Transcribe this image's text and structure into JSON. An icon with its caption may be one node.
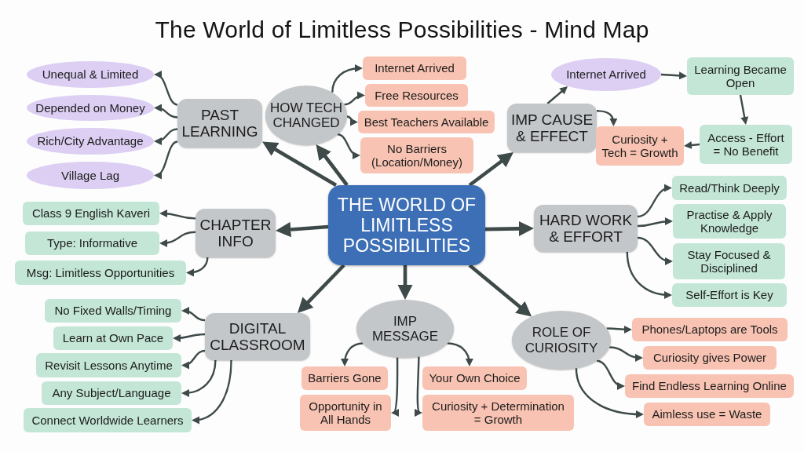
{
  "diagram": {
    "title": "The World of Limitless Possibilities - Mind Map",
    "nodes": [
      {
        "text": [
          "THE WORLD OF LIMITLESS POSSIBILITIES"
        ]
      },
      {
        "text": [
          "PAST LEARNING"
        ]
      },
      {
        "text": [
          "Unequal & Limited"
        ]
      },
      {
        "text": [
          "Depended on Money"
        ]
      },
      {
        "text": [
          "Rich/City Advantage"
        ]
      },
      {
        "text": [
          "Village Lag"
        ]
      },
      {
        "text": [
          "HOW TECH CHANGED"
        ]
      },
      {
        "text": [
          "Internet Arrived"
        ]
      },
      {
        "text": [
          "Free Resources"
        ]
      },
      {
        "text": [
          "Best Teachers Available"
        ]
      },
      {
        "text": [
          "No Barriers (Location/Money)"
        ]
      },
      {
        "text": [
          "IMP CAUSE & EFFECT"
        ]
      },
      {
        "text": [
          "Internet Arrived"
        ]
      },
      {
        "text": [
          "Learning Became Open"
        ]
      },
      {
        "text": [
          "Access - Effort = No Benefit"
        ]
      },
      {
        "text": [
          "Curiosity + Tech = Growth"
        ]
      },
      {
        "text": [
          "CHAPTER INFO"
        ]
      },
      {
        "text": [
          "Class 9 English Kaveri"
        ]
      },
      {
        "text": [
          "Type: Informative"
        ]
      },
      {
        "text": [
          "Msg: Limitless Opportunities"
        ]
      },
      {
        "text": [
          "HARD WORK & EFFORT"
        ]
      },
      {
        "text": [
          "Read/Think Deeply"
        ]
      },
      {
        "text": [
          "Practise & Apply Knowledge"
        ]
      },
      {
        "text": [
          "Stay Focused & Disciplined"
        ]
      },
      {
        "text": [
          "Self-Effort is Key"
        ]
      },
      {
        "text": [
          "DIGITAL CLASSROOM"
        ]
      },
      {
        "text": [
          "No Fixed Walls/Timing"
        ]
      },
      {
        "text": [
          "Learn at Own Pace"
        ]
      },
      {
        "text": [
          "Revisit Lessons Anytime"
        ]
      },
      {
        "text": [
          "Any Subject/Language"
        ]
      },
      {
        "text": [
          "Connect Worldwide Learners"
        ]
      },
      {
        "text": [
          "IMP MESSAGE"
        ]
      },
      {
        "text": [
          "Barriers Gone"
        ]
      },
      {
        "text": [
          "Opportunity in All Hands"
        ]
      },
      {
        "text": [
          "Your Own Choice"
        ]
      },
      {
        "text": [
          "Curiosity + Determination = Growth"
        ]
      },
      {
        "text": [
          "ROLE OF CURIOSITY"
        ]
      },
      {
        "text": [
          "Phones/Laptops are Tools"
        ]
      },
      {
        "text": [
          "Curiosity gives Power"
        ]
      },
      {
        "text": [
          "Find Endless Learning Online"
        ]
      },
      {
        "text": [
          "Aimless use = Waste"
        ]
      }
    ],
    "edges": [
      {
        "from": 0,
        "to": 1,
        "arrow": "to",
        "style": "thick"
      },
      {
        "from": 0,
        "to": 6,
        "arrow": "to",
        "style": "thick"
      },
      {
        "from": 0,
        "to": 11,
        "arrow": "to",
        "style": "thick"
      },
      {
        "from": 0,
        "to": 16,
        "arrow": "to",
        "style": "thick"
      },
      {
        "from": 0,
        "to": 20,
        "arrow": "to",
        "style": "thick"
      },
      {
        "from": 0,
        "to": 25,
        "arrow": "to",
        "style": "thick"
      },
      {
        "from": 0,
        "to": 31,
        "arrow": "to",
        "style": "thick"
      },
      {
        "from": 0,
        "to": 36,
        "arrow": "to",
        "style": "thick"
      },
      {
        "from": 1,
        "to": 2,
        "arrow": "to"
      },
      {
        "from": 1,
        "to": 3,
        "arrow": "to"
      },
      {
        "from": 1,
        "to": 4,
        "arrow": "to"
      },
      {
        "from": 1,
        "to": 5,
        "arrow": "to"
      },
      {
        "from": 6,
        "to": 7,
        "arrow": "to"
      },
      {
        "from": 6,
        "to": 8,
        "arrow": "to"
      },
      {
        "from": 6,
        "to": 9,
        "arrow": "to"
      },
      {
        "from": 6,
        "to": 10,
        "arrow": "to"
      },
      {
        "from": 11,
        "to": 12,
        "arrow": "to"
      },
      {
        "from": 12,
        "to": 13,
        "arrow": "to"
      },
      {
        "from": 13,
        "to": 14,
        "arrow": "to"
      },
      {
        "from": 14,
        "to": 15,
        "arrow": "to"
      },
      {
        "from": 11,
        "to": 15,
        "arrow": "to"
      },
      {
        "from": 16,
        "to": 17,
        "arrow": "to"
      },
      {
        "from": 16,
        "to": 18,
        "arrow": "to"
      },
      {
        "from": 16,
        "to": 19,
        "arrow": "to"
      },
      {
        "from": 20,
        "to": 21,
        "arrow": "to"
      },
      {
        "from": 20,
        "to": 22,
        "arrow": "to"
      },
      {
        "from": 20,
        "to": 23,
        "arrow": "to"
      },
      {
        "from": 20,
        "to": 24,
        "arrow": "to"
      },
      {
        "from": 25,
        "to": 26,
        "arrow": "to"
      },
      {
        "from": 25,
        "to": 27,
        "arrow": "to"
      },
      {
        "from": 25,
        "to": 28,
        "arrow": "to"
      },
      {
        "from": 25,
        "to": 29,
        "arrow": "to"
      },
      {
        "from": 25,
        "to": 30,
        "arrow": "to"
      },
      {
        "from": 31,
        "to": 32,
        "arrow": "to"
      },
      {
        "from": 31,
        "to": 33,
        "arrow": "to"
      },
      {
        "from": 31,
        "to": 34,
        "arrow": "to"
      },
      {
        "from": 31,
        "to": 35,
        "arrow": "to"
      },
      {
        "from": 36,
        "to": 37,
        "arrow": "to"
      },
      {
        "from": 36,
        "to": 38,
        "arrow": "to"
      },
      {
        "from": 36,
        "to": 39,
        "arrow": "to"
      },
      {
        "from": 36,
        "to": 40,
        "arrow": "to"
      }
    ]
  }
}
